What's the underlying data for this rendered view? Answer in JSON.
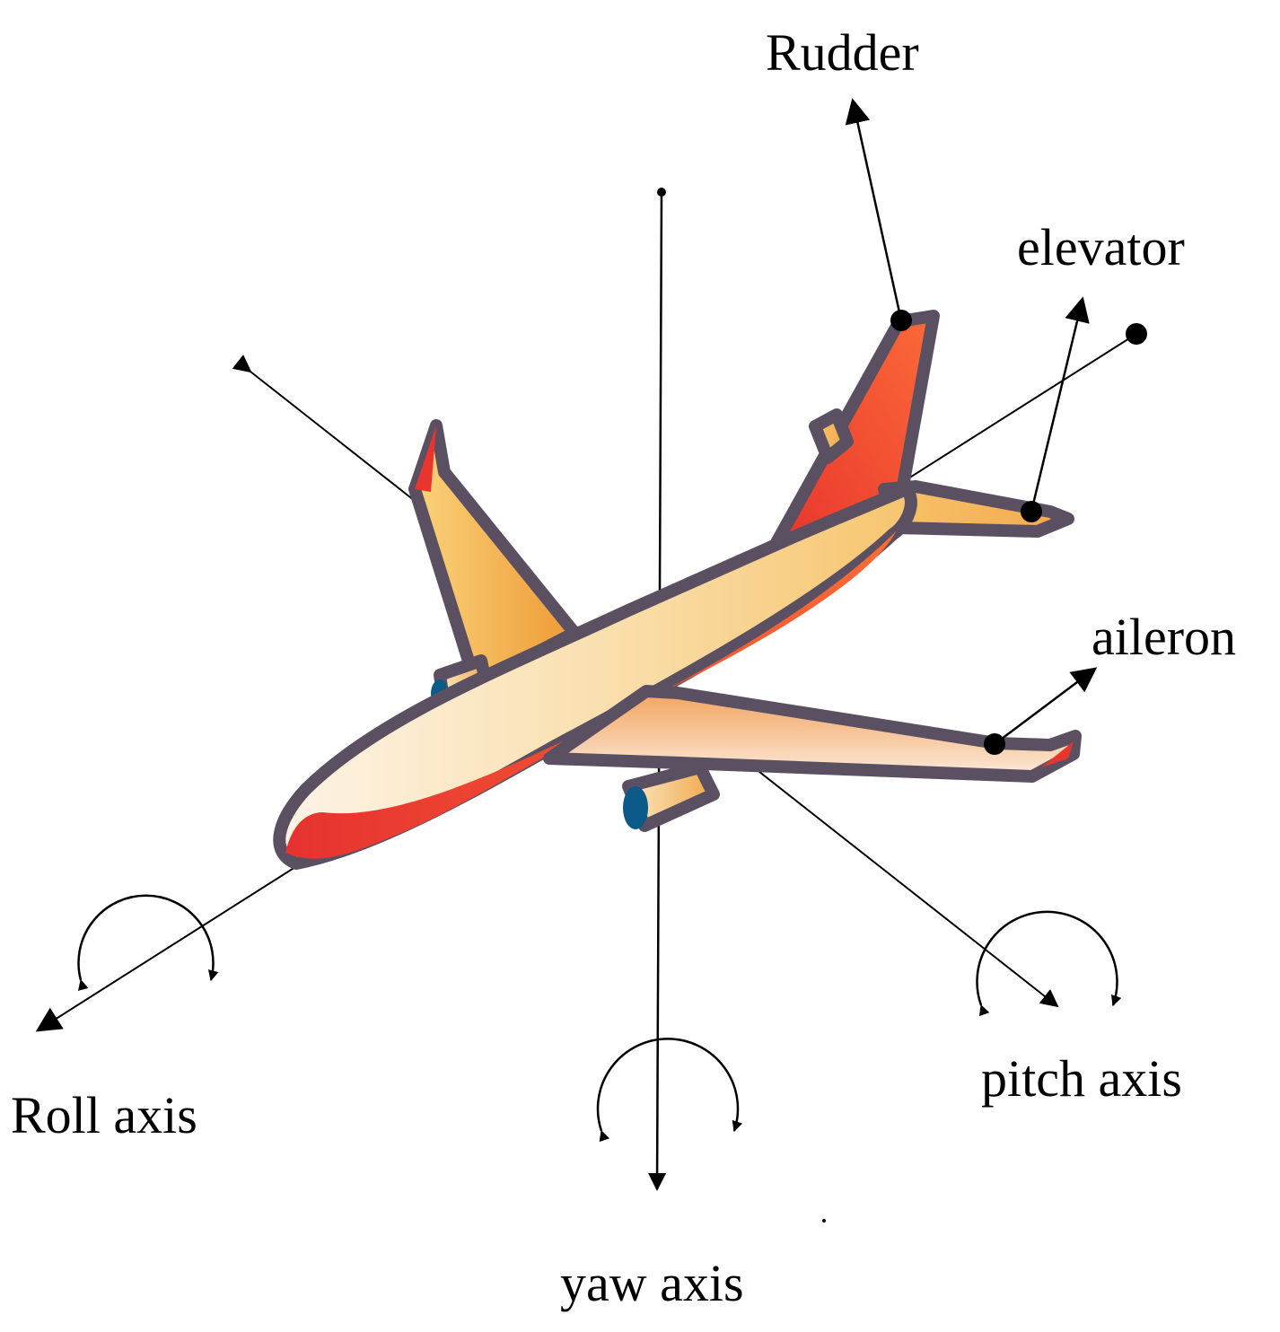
{
  "labels": {
    "rudder": "Rudder",
    "elevator": "elevator",
    "aileron": "aileron",
    "roll_axis": "Roll axis",
    "pitch_axis": "pitch axis",
    "yaw_axis": "yaw axis"
  },
  "colors": {
    "outline": "#5a5062",
    "body_light": "#fbe7c6",
    "body_mid": "#f6cf8e",
    "wing": "#f2b45a",
    "accent_red": "#ee3b30",
    "accent_orange": "#f8703a",
    "engine_blue": "#0c5a8a",
    "line": "#000000"
  },
  "icons": {
    "main": "airplane-icon",
    "rotation": "curved-rotation-arrow-icon"
  }
}
